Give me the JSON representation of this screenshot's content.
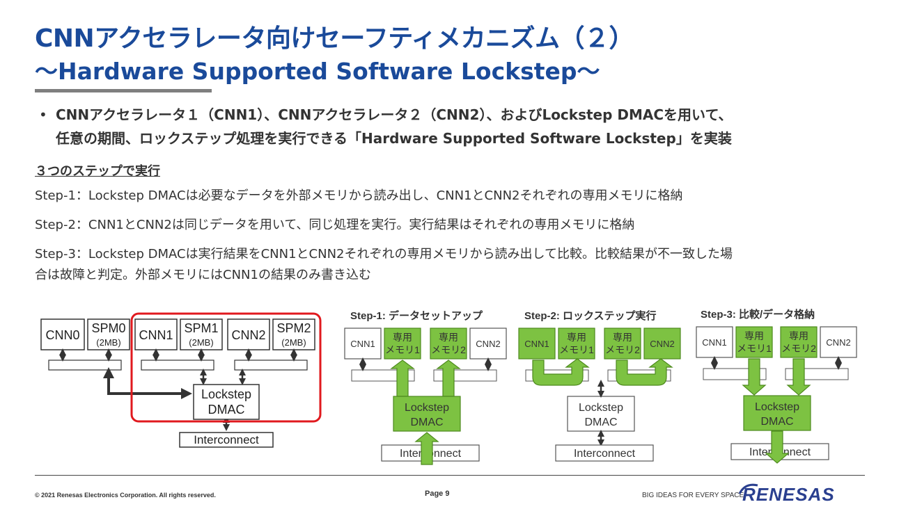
{
  "header": {
    "title_line1": "CNNアクセラレータ向けセーフティメカニズム（２）",
    "title_line2": "～Hardware Supported Software Lockstep～"
  },
  "bullet": {
    "line1": "CNNアクセラレータ１（CNN1）、CNNアクセラレータ２（CNN2）、およびLockstep DMACを用いて、",
    "line2": "任意の期間、ロックステップ処理を実行できる「Hardware Supported Software Lockstep」を実装"
  },
  "steps_heading": "３つのステップで実行",
  "steps": {
    "step1": "Step-1：Lockstep DMACは必要なデータを外部メモリから読み出し、CNN1とCNN2それぞれの専用メモリに格納",
    "step2": "Step-2：CNN1とCNN2は同じデータを用いて、同じ処理を実行。実行結果はそれぞれの専用メモリに格納",
    "step3a": "Step-3：Lockstep DMACは実行結果をCNN1とCNN2それぞれの専用メモリから読み出して比較。比較結果が不一致した場",
    "step3b": "合は故障と判定。外部メモリにはCNN1の結果のみ書き込む"
  },
  "arch_diagram": {
    "cnn0": "CNN0",
    "spm0": "SPM0",
    "spm0_size": "(2MB)",
    "cnn1": "CNN1",
    "spm1": "SPM1",
    "spm1_size": "(2MB)",
    "cnn2": "CNN2",
    "spm2": "SPM2",
    "spm2_size": "(2MB)",
    "dmac_line1": "Lockstep",
    "dmac_line2": "DMAC",
    "interconnect": "Interconnect",
    "highlight_color": "#e0191e"
  },
  "step_diagrams": [
    {
      "title": "Step-1: データセットアップ",
      "cnn1": "CNN1",
      "mem1_a": "専用",
      "mem1_b": "メモリ1",
      "mem2_a": "専用",
      "mem2_b": "メモリ2",
      "cnn2": "CNN2",
      "dmac_line1": "Lockstep",
      "dmac_line2": "DMAC",
      "interconnect": "Interconnect"
    },
    {
      "title": "Step-2: ロックステップ実行",
      "cnn1": "CNN1",
      "mem1_a": "専用",
      "mem1_b": "メモリ1",
      "mem2_a": "専用",
      "mem2_b": "メモリ2",
      "cnn2": "CNN2",
      "dmac_line1": "Lockstep",
      "dmac_line2": "DMAC",
      "interconnect": "Interconnect"
    },
    {
      "title": "Step-3: 比較/データ格納",
      "cnn1": "CNN1",
      "mem1_a": "専用",
      "mem1_b": "メモリ1",
      "mem2_a": "専用",
      "mem2_b": "メモリ2",
      "cnn2": "CNN2",
      "dmac_line1": "Lockstep",
      "dmac_line2": "DMAC",
      "interconnect": "Interconnect"
    }
  ],
  "colors": {
    "title_blue": "#1a4a9a",
    "green_fill": "#7dc242",
    "green_stroke": "#4e8a1e",
    "logo_blue": "#2a3f8f"
  },
  "footer": {
    "copyright": "© 2021 Renesas Electronics Corporation. All rights reserved.",
    "page": "Page 9",
    "tagline": "BIG IDEAS FOR EVERY SPACE",
    "logo_text": "RENESAS"
  }
}
